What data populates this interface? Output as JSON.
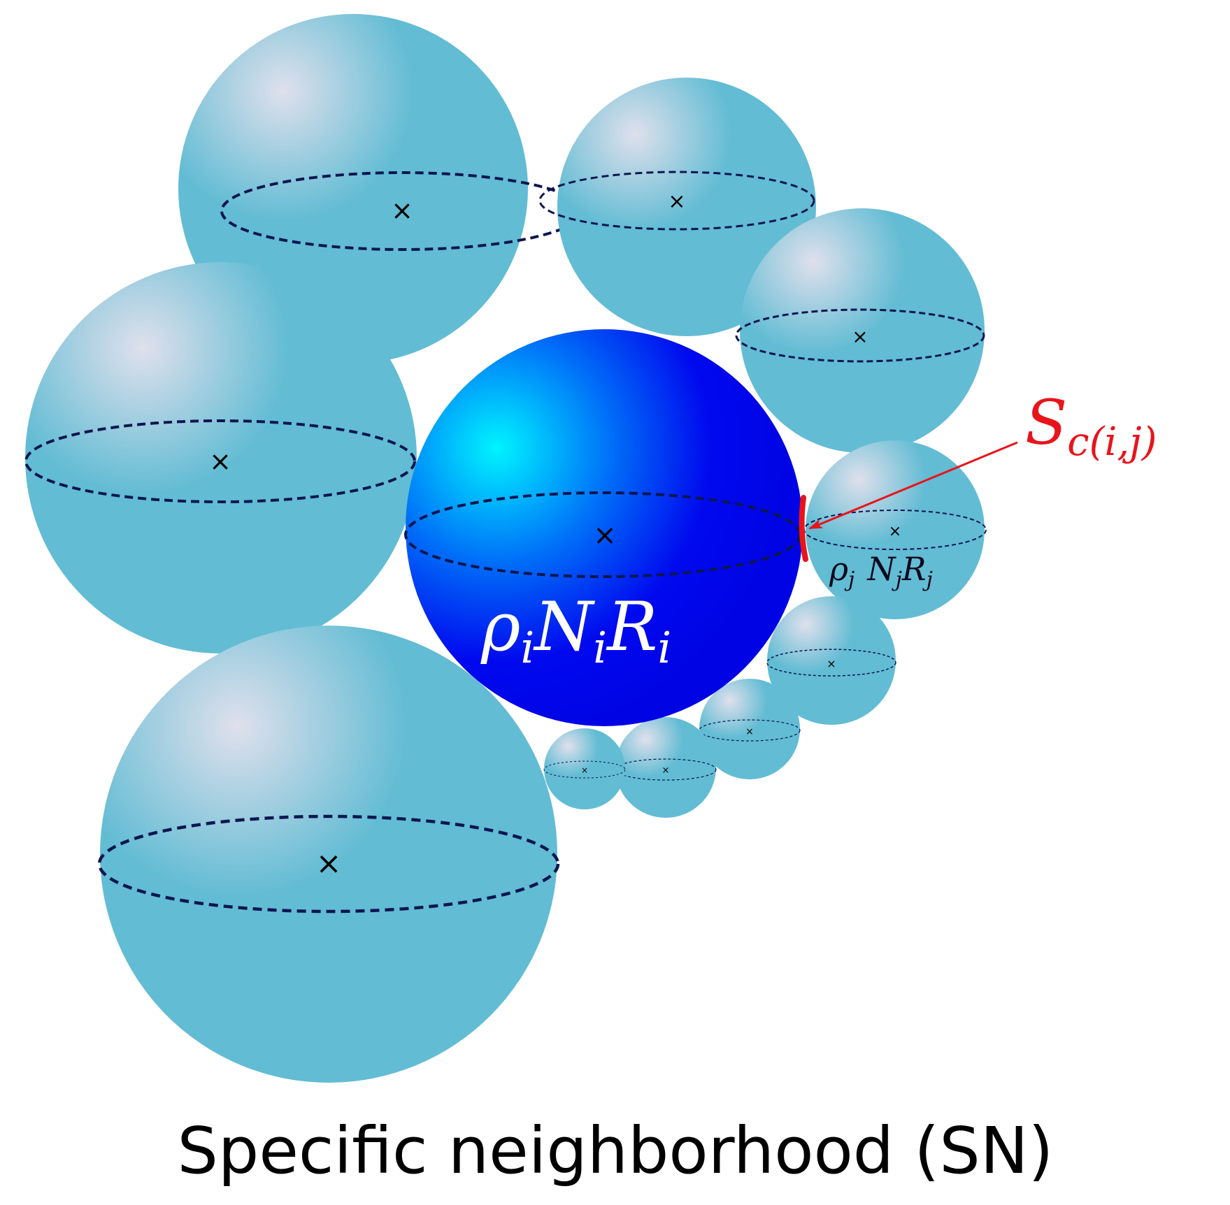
{
  "diagram": {
    "caption": "Specific neighborhood (SN)",
    "central_particle": {
      "label": {
        "base1": "ρ",
        "sub1": "i",
        "base2": "N",
        "sub2": "i",
        "base3": "R",
        "sub3": "i"
      }
    },
    "neighbor_particle": {
      "label": {
        "base1": "ρ",
        "sub1": "j",
        "base2": "N",
        "sub2": "j",
        "base3": "R",
        "sub3": "j"
      }
    },
    "contact_surface": {
      "label": {
        "base": "S",
        "sub": "c(i,j)"
      }
    },
    "center_marker": "×",
    "colors": {
      "neighbor_fill": "#62bcd4",
      "neighbor_highlight": "#dfe0ec",
      "central_fill": "#0008ee",
      "central_highlight": "#00f4ff",
      "equator_dash": "#0c1650",
      "contact_red": "#e8141b",
      "caption_text": "#000000",
      "central_label_text": "#ffffff"
    }
  }
}
